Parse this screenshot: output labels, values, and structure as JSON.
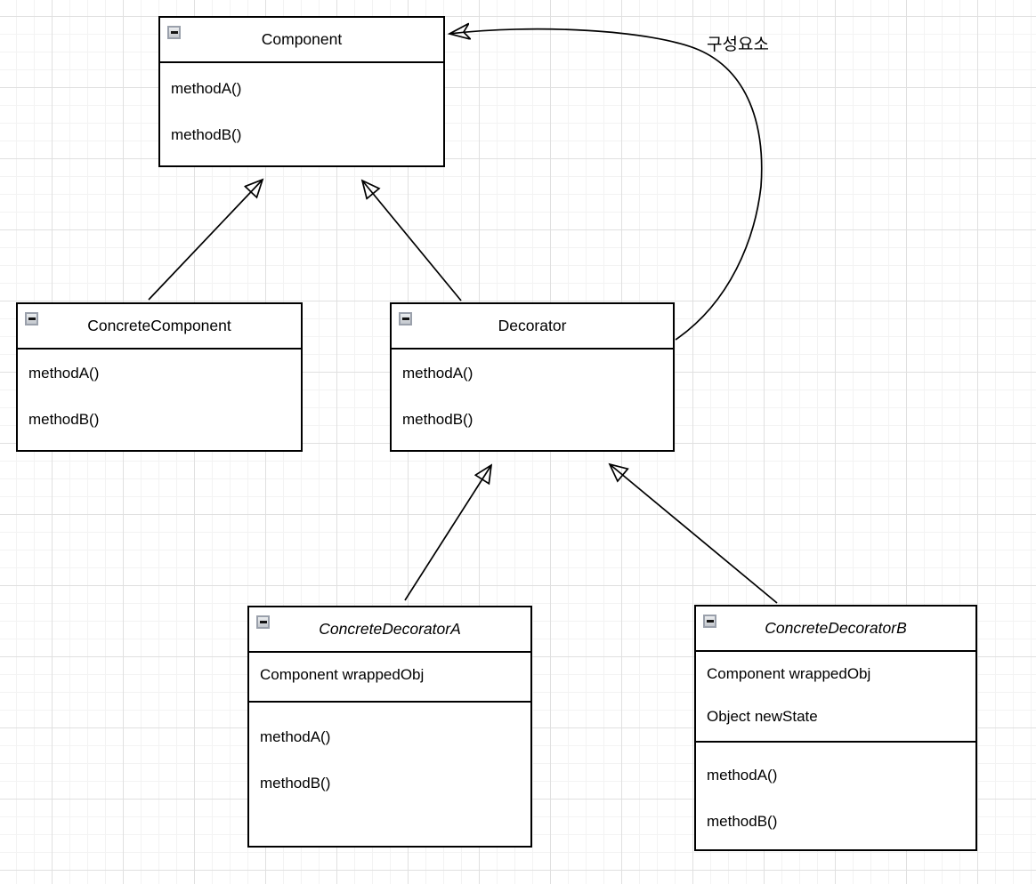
{
  "diagram": {
    "classes": [
      {
        "name": "Component",
        "italic": false,
        "fields": [],
        "methods": [
          "methodA()",
          "methodB()"
        ]
      },
      {
        "name": "ConcreteComponent",
        "italic": false,
        "fields": [],
        "methods": [
          "methodA()",
          "methodB()"
        ]
      },
      {
        "name": "Decorator",
        "italic": false,
        "fields": [],
        "methods": [
          "methodA()",
          "methodB()"
        ]
      },
      {
        "name": "ConcreteDecoratorA",
        "italic": true,
        "fields": [
          "Component wrappedObj"
        ],
        "methods": [
          "methodA()",
          "methodB()"
        ]
      },
      {
        "name": "ConcreteDecoratorB",
        "italic": true,
        "fields": [
          "Component wrappedObj",
          "Object newState"
        ],
        "methods": [
          "methodA()",
          "methodB()"
        ]
      }
    ],
    "edges": [
      {
        "type": "generalization",
        "from": "ConcreteComponent",
        "to": "Component"
      },
      {
        "type": "generalization",
        "from": "Decorator",
        "to": "Component"
      },
      {
        "type": "generalization",
        "from": "ConcreteDecoratorA",
        "to": "Decorator"
      },
      {
        "type": "generalization",
        "from": "ConcreteDecoratorB",
        "to": "Decorator"
      },
      {
        "type": "association",
        "from": "Decorator",
        "to": "Component",
        "label": "구성요소"
      }
    ],
    "icons": {
      "collapse": "minus-icon"
    },
    "colors": {
      "stroke": "#000000",
      "box_fill": "#ffffff",
      "grid_minor": "#f3f3f3",
      "grid_major": "#e0e0e0",
      "background": "#ffffff"
    }
  }
}
